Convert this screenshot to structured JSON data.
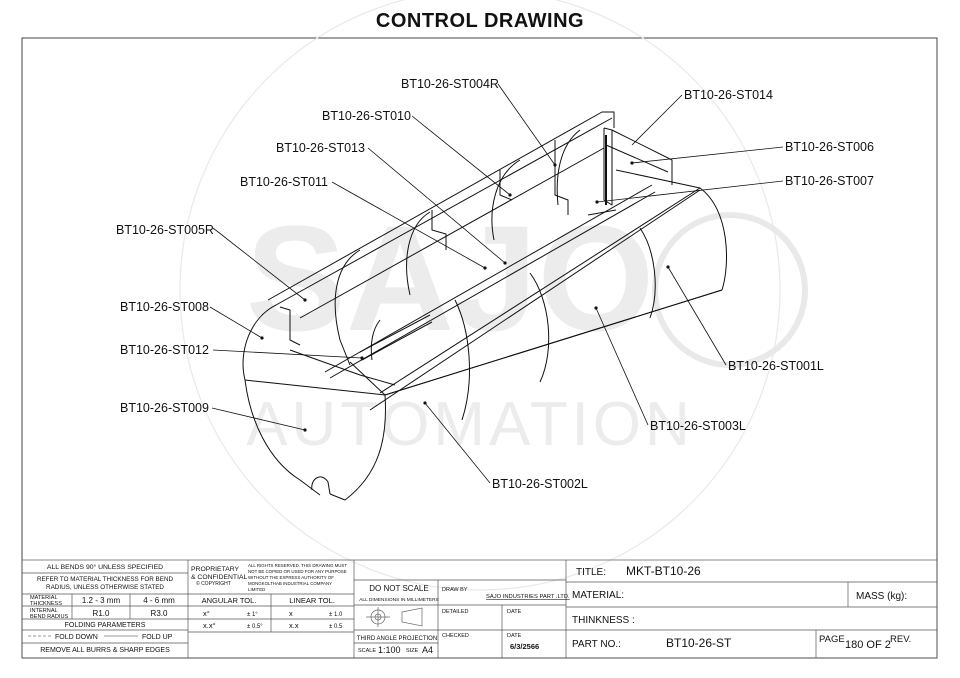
{
  "page_title": "CONTROL DRAWING",
  "watermark": {
    "line1": "SAJO",
    "line2": "AUTOMATION"
  },
  "callouts": [
    "BT10-26-ST004R",
    "BT10-26-ST010",
    "BT10-26-ST013",
    "BT10-26-ST011",
    "BT10-26-ST005R",
    "BT10-26-ST008",
    "BT10-26-ST012",
    "BT10-26-ST009",
    "BT10-26-ST014",
    "BT10-26-ST006",
    "BT10-26-ST007",
    "BT10-26-ST001L",
    "BT10-26-ST003L",
    "BT10-26-ST002L"
  ],
  "title_block": {
    "bends": "ALL BENDS 90° UNLESS SPECIFIED",
    "refer_line1": "REFER TO MATERIAL THICKNESS FOR BEND",
    "refer_line2": "RADIUS, UNLESS OTHERWISE STATED",
    "material_thickness_label": [
      "MATERIAL",
      "THICKNESS"
    ],
    "internal_bend_label": [
      "INTERNAL",
      "BEND RADIUS"
    ],
    "thickness_ranges": [
      "1.2 - 3 mm",
      "4 - 6 mm"
    ],
    "radii": [
      "R1.0",
      "R3.0"
    ],
    "folding_parameters": "FOLDING PARAMETERS",
    "fold_down": "FOLD DOWN",
    "fold_up": "FOLD UP",
    "remove_burrs": "REMOVE ALL BURRS & SHARP EDGES",
    "proprietary": [
      "PROPRIETARY",
      "& CONFIDENTIAL",
      "© COPYRIGHT"
    ],
    "rights": [
      "ALL RIGHTS RESERVED. THIS DRAWING MUST",
      "NOT BE COPIED OR USED FOR ANY PURPOSE",
      "WITHOUT THE EXPRESS AUTHORITY OF",
      "MONGKOLTHAB INDUSTRIAL COMPANY",
      "LIMITED"
    ],
    "angular_tol": "ANGULAR TOL.",
    "linear_tol": "LINEAR TOL.",
    "tol_rows": [
      {
        "ang": "x°",
        "ang_val": "± 1°",
        "lin": "x",
        "lin_val": "± 1.0"
      },
      {
        "ang": "x.x°",
        "ang_val": "± 0.5°",
        "lin": "x.x",
        "lin_val": "± 0.5"
      }
    ],
    "do_not_scale": "DO NOT SCALE",
    "all_dimensions": "ALL DIMENSIONS IN MILLIMETERS",
    "third_angle": "THIRD ANGLE PROJECTION",
    "scale_label": "SCALE",
    "scale_value": "1:100",
    "size_label": "SIZE",
    "size_value": "A4",
    "drawn_by": "DRAW BY",
    "company": "SAJO INDUSTRIES PART .LTD.",
    "detailed": "DETAILED",
    "checked": "CHECKED",
    "date_label": "DATE",
    "date_value": "6/3/2566",
    "title_label": "TITLE:",
    "title_value": "MKT-BT10-26",
    "material_label": "MATERIAL:",
    "mass_label": "MASS (kg):",
    "thinkness_label": "THINKNESS :",
    "part_no_label": "PART NO.:",
    "part_no_value": "BT10-26-ST",
    "page_label": "PAGE",
    "page_value": "180 OF 2",
    "rev_label": "REV."
  }
}
